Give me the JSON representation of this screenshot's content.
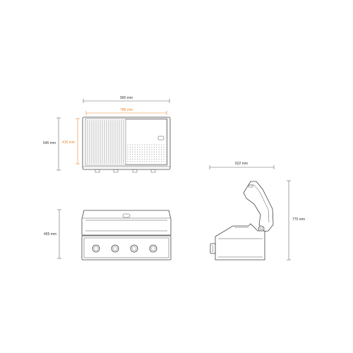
{
  "dimensions": {
    "top_width": "900 mm",
    "top_inner_width": "788 mm",
    "top_depth": "545 mm",
    "top_inner_depth": "416 mm",
    "front_height": "455 mm",
    "side_depth": "622 mm",
    "side_height": "770 mm"
  },
  "colors": {
    "accent": "#e8892b",
    "line": "#444444"
  }
}
